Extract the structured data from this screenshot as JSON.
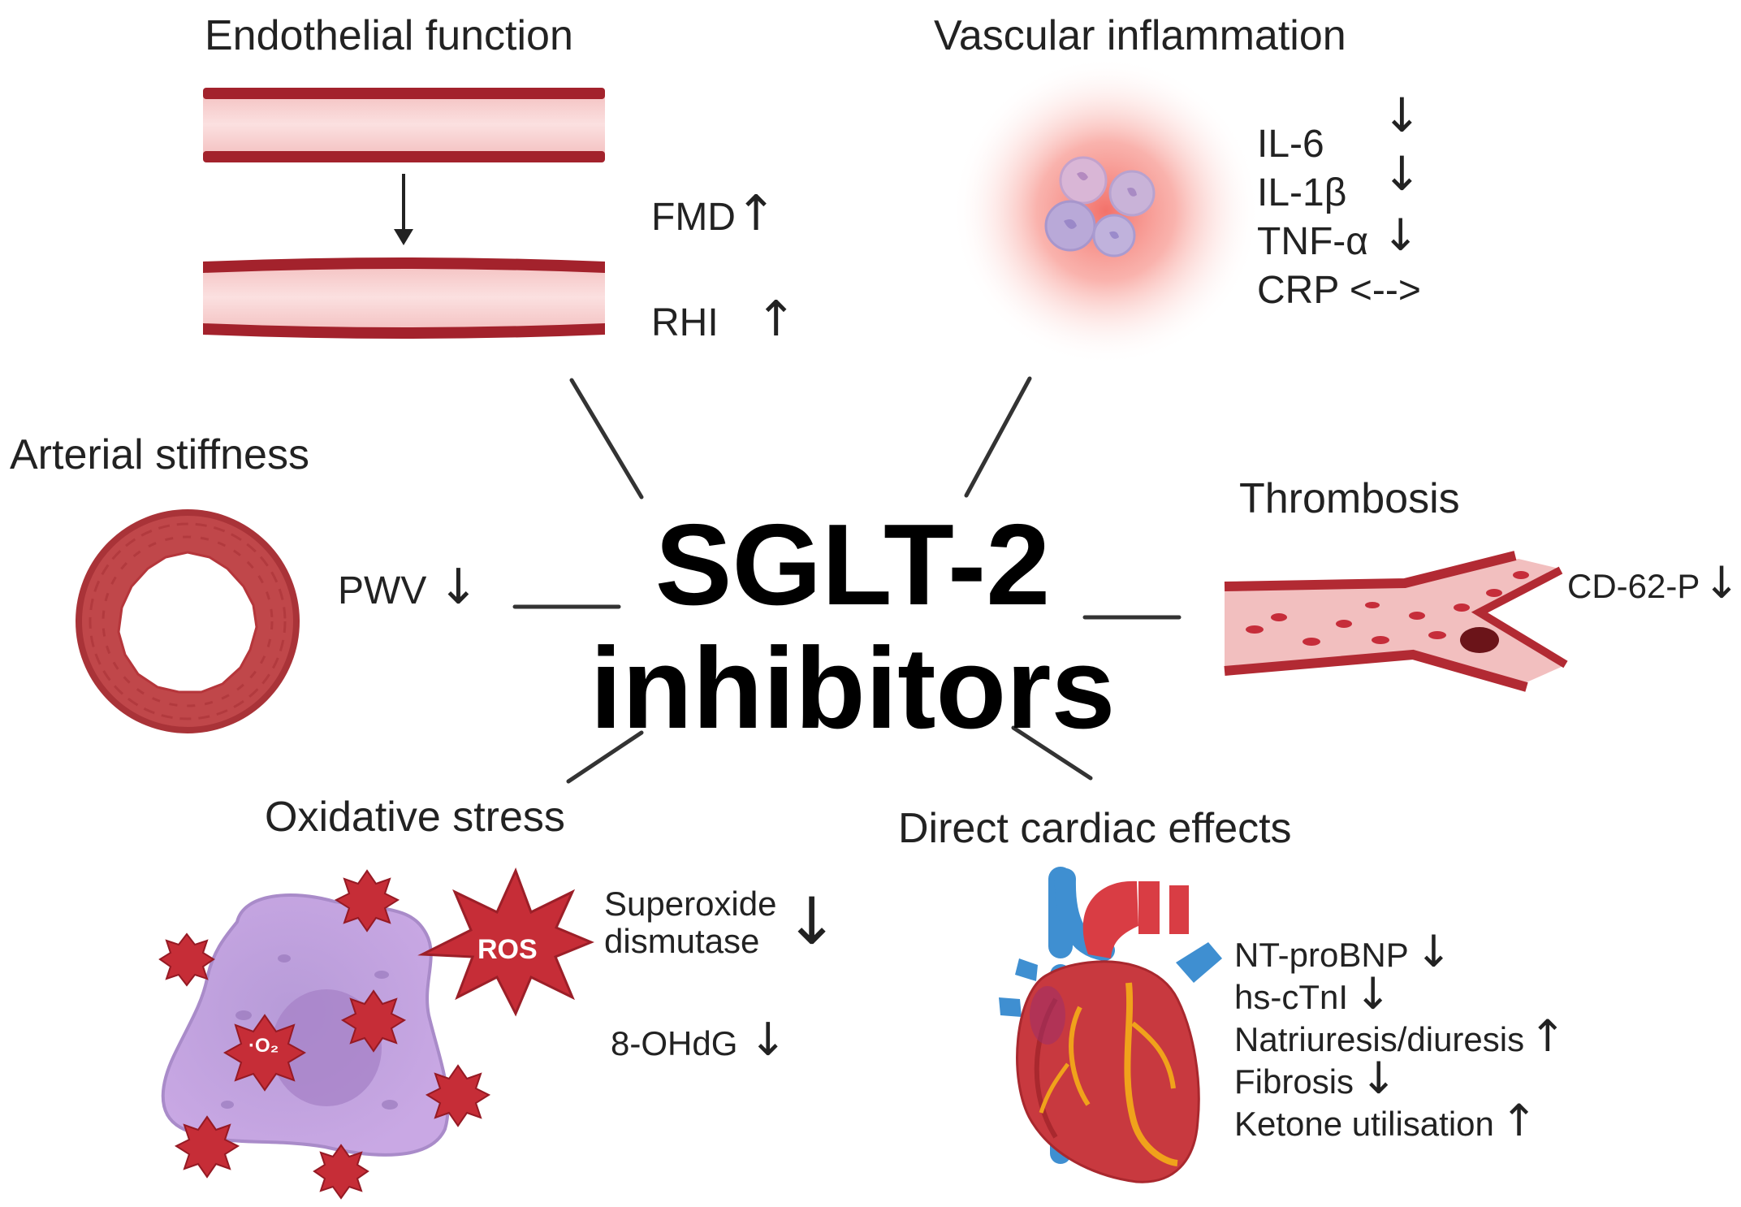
{
  "center": {
    "line1": "SGLT-2",
    "line2": "inhibitors"
  },
  "sections": {
    "endothelial": {
      "title": "Endothelial function",
      "markers": [
        {
          "name": "FMD",
          "direction": "up"
        },
        {
          "name": "RHI",
          "direction": "up"
        }
      ]
    },
    "inflammation": {
      "title": "Vascular inflammation",
      "markers": [
        {
          "name": "IL-6",
          "direction": "down"
        },
        {
          "name": "IL-1β",
          "direction": "down"
        },
        {
          "name": "TNF-α",
          "direction": "down"
        },
        {
          "name": "CRP <-->",
          "direction": "unchanged"
        }
      ]
    },
    "stiffness": {
      "title": "Arterial stiffness",
      "markers": [
        {
          "name": "PWV",
          "direction": "down"
        }
      ]
    },
    "thrombosis": {
      "title": "Thrombosis",
      "markers": [
        {
          "name": "CD-62-P",
          "direction": "down"
        }
      ]
    },
    "oxidative": {
      "title": "Oxidative stress",
      "ros_label": "ROS",
      "o2_label": "·O₂",
      "markers": [
        {
          "name_line1": "Superoxide",
          "name_line2": "dismutase",
          "direction": "down"
        },
        {
          "name": "8-OHdG",
          "direction": "down"
        }
      ]
    },
    "cardiac": {
      "title": "Direct cardiac effects",
      "markers": [
        {
          "name": "NT-proBNP",
          "direction": "down"
        },
        {
          "name": "hs-cTnI",
          "direction": "down"
        },
        {
          "name": "Natriuresis/diuresis",
          "direction": "up"
        },
        {
          "name": "Fibrosis",
          "direction": "down"
        },
        {
          "name": "Ketone utilisation",
          "direction": "up"
        }
      ]
    }
  },
  "arrows": {
    "up": "↑",
    "down": "↓"
  },
  "colors": {
    "vessel_wall": "#a3222c",
    "vessel_lumen": "#f8d3d3",
    "artery_ring": "#c0474a",
    "inflammation_glow": "#f47a72",
    "cell_purple": "#c9a8e4",
    "ros_red": "#c62d37",
    "heart_red": "#c8393f",
    "vein_blue": "#3f8fd1"
  }
}
